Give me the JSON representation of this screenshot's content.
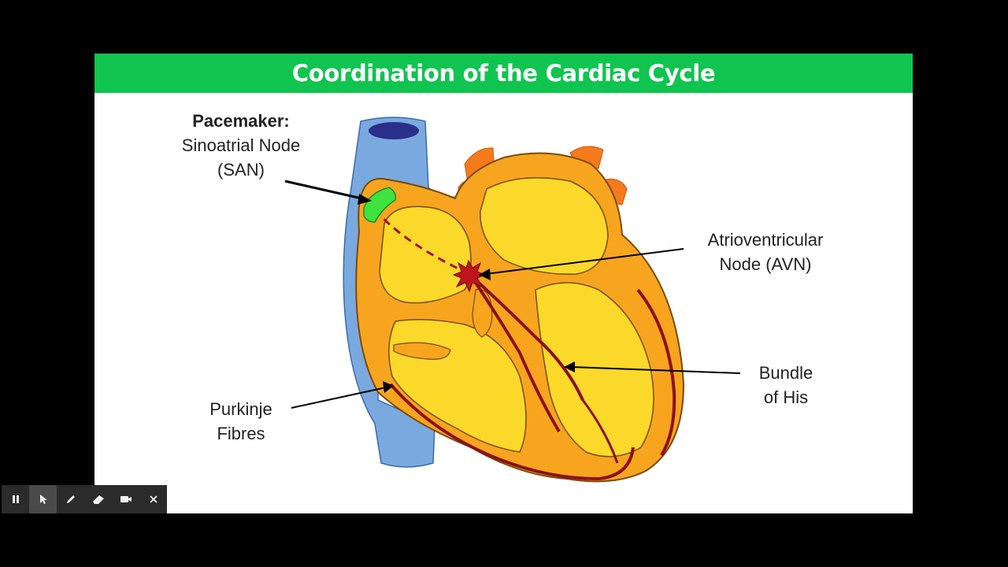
{
  "slide": {
    "title": "Coordination of the Cardiac Cycle",
    "colors": {
      "title_bar": "#10c450",
      "vein": "#7aa9e0",
      "heart_wall": "#f7a51f",
      "chamber": "#fbd92a",
      "vessels_top": "#f47a1c",
      "conduction": "#a4131b",
      "san": "#3ee33e"
    }
  },
  "labels": {
    "san": {
      "title": "Pacemaker:",
      "line1": "Sinoatrial Node",
      "line2": "(SAN)"
    },
    "avn": {
      "line1": "Atrioventricular",
      "line2": "Node (AVN)"
    },
    "bundle": {
      "line1": "Bundle",
      "line2": "of His"
    },
    "purkinje": {
      "line1": "Purkinje",
      "line2": "Fibres"
    }
  },
  "toolbar": {
    "buttons": [
      {
        "name": "pause-icon",
        "active": false
      },
      {
        "name": "pointer-icon",
        "active": true
      },
      {
        "name": "pen-icon",
        "active": false
      },
      {
        "name": "eraser-icon",
        "active": false
      },
      {
        "name": "camera-icon",
        "active": false
      },
      {
        "name": "close-icon",
        "active": false
      }
    ]
  }
}
